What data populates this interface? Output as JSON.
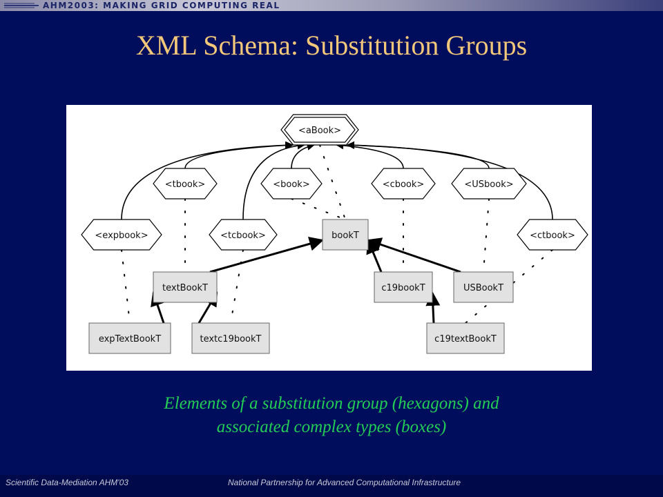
{
  "banner": {
    "text": "AHM2003: MAKING GRID COMPUTING REAL"
  },
  "title": "XML Schema: Substitution Groups",
  "diagram": {
    "hexagons": [
      {
        "id": "aBook",
        "label": "<aBook>"
      },
      {
        "id": "tbook",
        "label": "<tbook>"
      },
      {
        "id": "book",
        "label": "<book>"
      },
      {
        "id": "cbook",
        "label": "<cbook>"
      },
      {
        "id": "USbook",
        "label": "<USbook>"
      },
      {
        "id": "expbook",
        "label": "<expbook>"
      },
      {
        "id": "tcbook",
        "label": "<tcbook>"
      },
      {
        "id": "ctbook",
        "label": "<ctbook>"
      }
    ],
    "boxes": [
      {
        "id": "bookT",
        "label": "bookT"
      },
      {
        "id": "textBookT",
        "label": "textBookT"
      },
      {
        "id": "c19bookT",
        "label": "c19bookT"
      },
      {
        "id": "USBookT",
        "label": "USBookT"
      },
      {
        "id": "expTextBookT",
        "label": "expTextBookT"
      },
      {
        "id": "textc19bookT",
        "label": "textc19bookT"
      },
      {
        "id": "c19textBookT",
        "label": "c19textBookT"
      }
    ],
    "substitution_edges": [
      [
        "tbook",
        "aBook"
      ],
      [
        "book",
        "aBook"
      ],
      [
        "cbook",
        "aBook"
      ],
      [
        "USbook",
        "aBook"
      ],
      [
        "expbook",
        "aBook"
      ],
      [
        "tcbook",
        "aBook"
      ],
      [
        "ctbook",
        "aBook"
      ]
    ],
    "extension_edges": [
      [
        "textBookT",
        "bookT"
      ],
      [
        "c19bookT",
        "bookT"
      ],
      [
        "USBookT",
        "bookT"
      ],
      [
        "expTextBookT",
        "textBookT"
      ],
      [
        "textc19bookT",
        "textBookT"
      ],
      [
        "c19textBookT",
        "c19bookT"
      ]
    ],
    "type_links": [
      [
        "aBook",
        "bookT"
      ],
      [
        "book",
        "bookT"
      ],
      [
        "tbook",
        "textBookT"
      ],
      [
        "cbook",
        "c19bookT"
      ],
      [
        "USbook",
        "USBookT"
      ],
      [
        "expbook",
        "expTextBookT"
      ],
      [
        "tcbook",
        "textc19bookT"
      ],
      [
        "ctbook",
        "c19textBookT"
      ]
    ]
  },
  "caption": {
    "line1": "Elements of a substitution group (hexagons) and",
    "line2": "associated complex types (boxes)"
  },
  "footer": {
    "left": "Scientific Data-Mediation AHM'03",
    "right": "National Partnership for Advanced Computational Infrastructure"
  }
}
